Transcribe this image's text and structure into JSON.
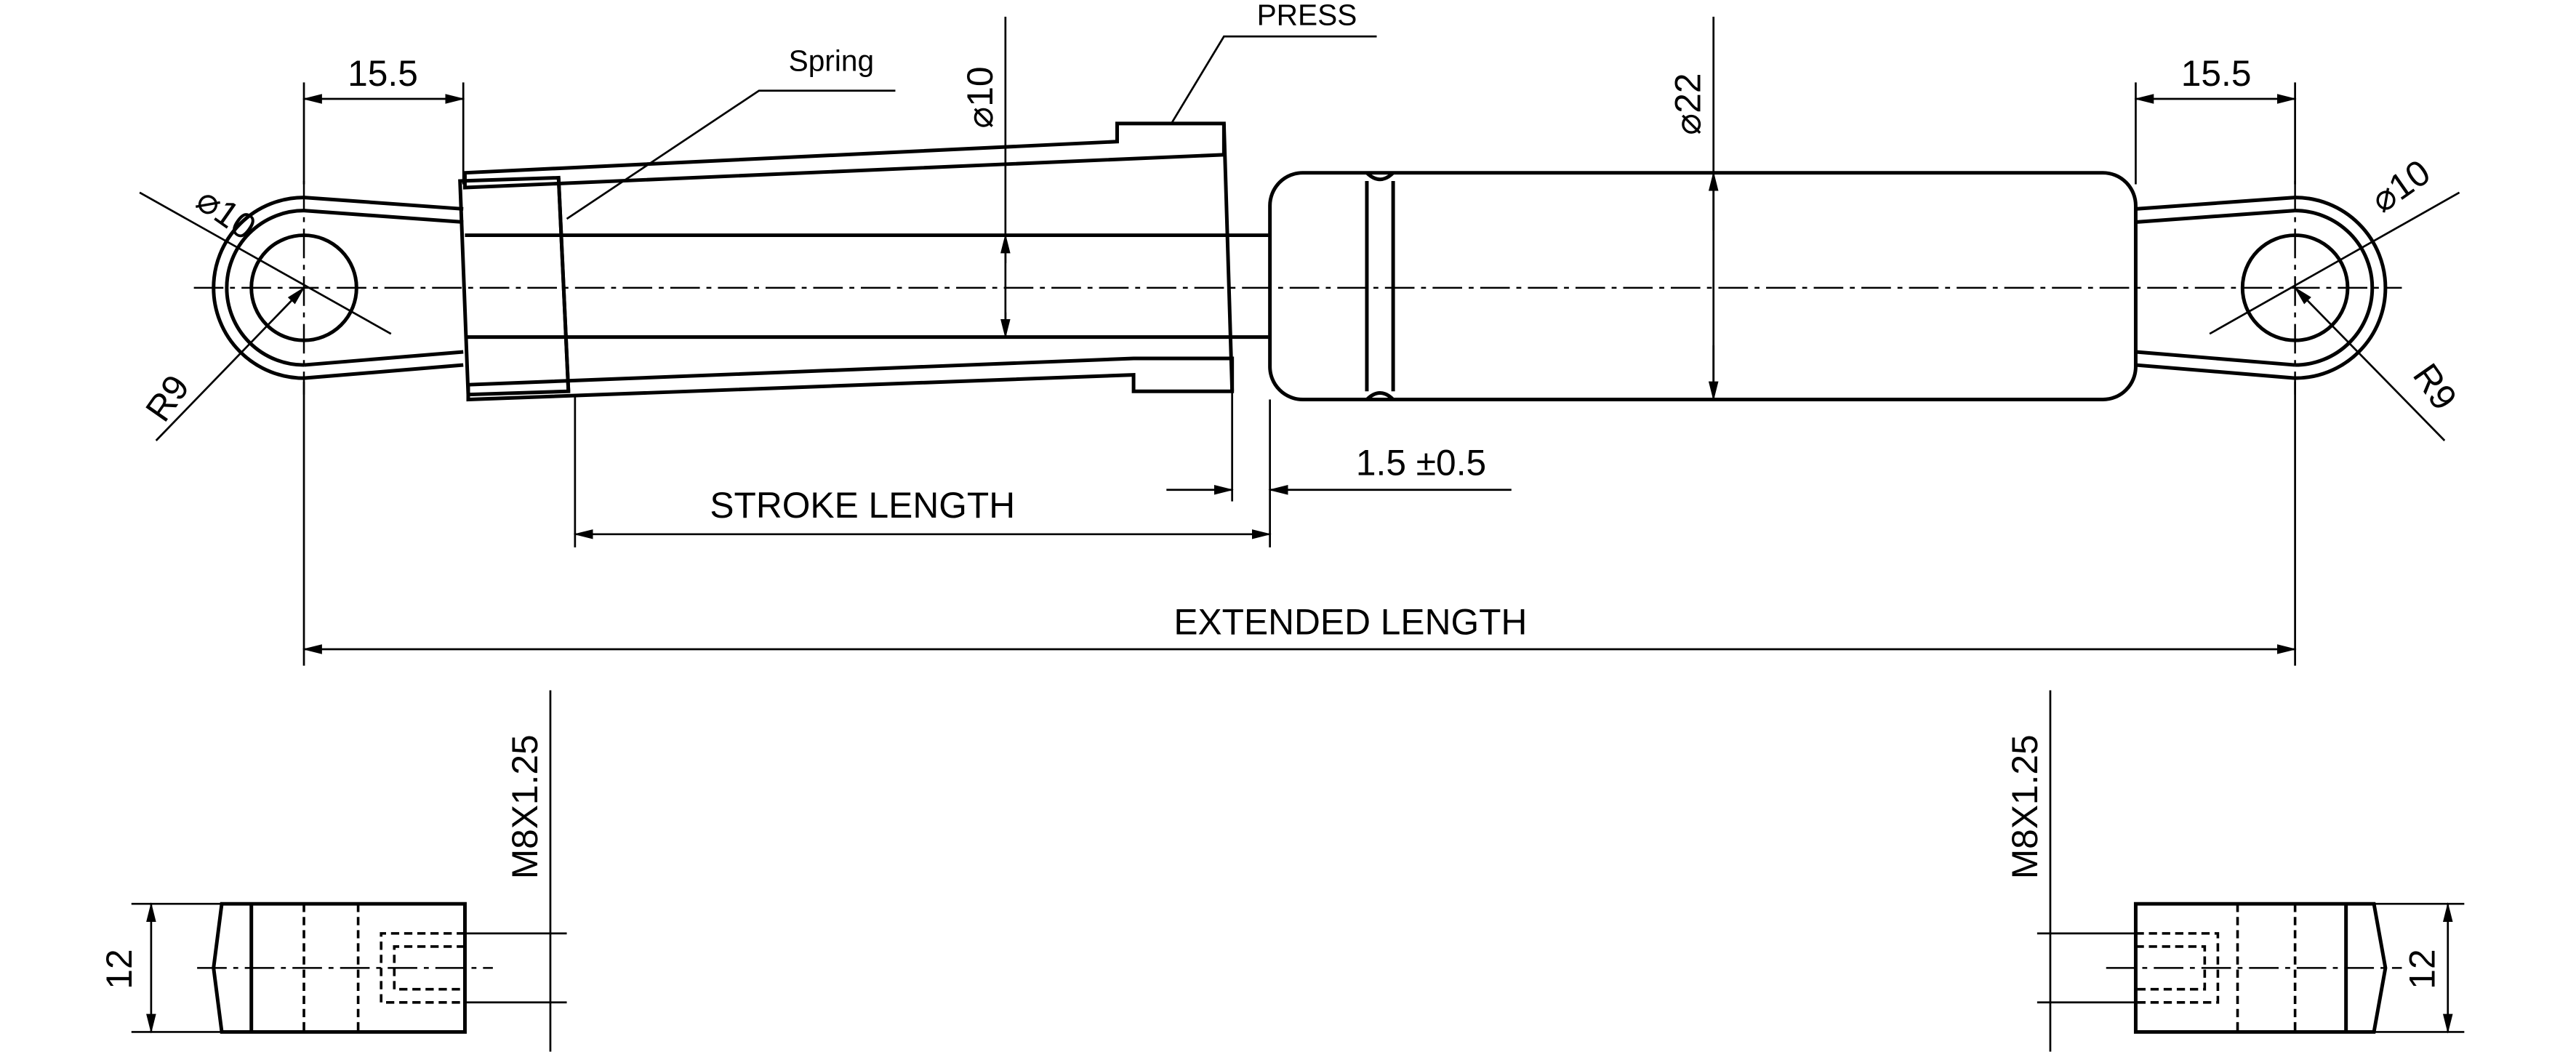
{
  "drawing": {
    "left_eye_width": "15.5",
    "right_eye_width": "15.5",
    "spring_label": "Spring",
    "press_label": "PRESS",
    "rod_diameter": "⌀10",
    "cylinder_diameter": "⌀22",
    "left_hole_diameter": "⌀10",
    "right_hole_diameter": "⌀10",
    "left_radius": "R9",
    "right_radius": "R9",
    "gap": "1.5 ±0.5",
    "stroke_length": "STROKE LENGTH",
    "extended_length": "EXTENDED LENGTH",
    "left_thread": "M8X1.25",
    "right_thread": "M8X1.25",
    "left_end_height": "12",
    "right_end_height": "12"
  }
}
